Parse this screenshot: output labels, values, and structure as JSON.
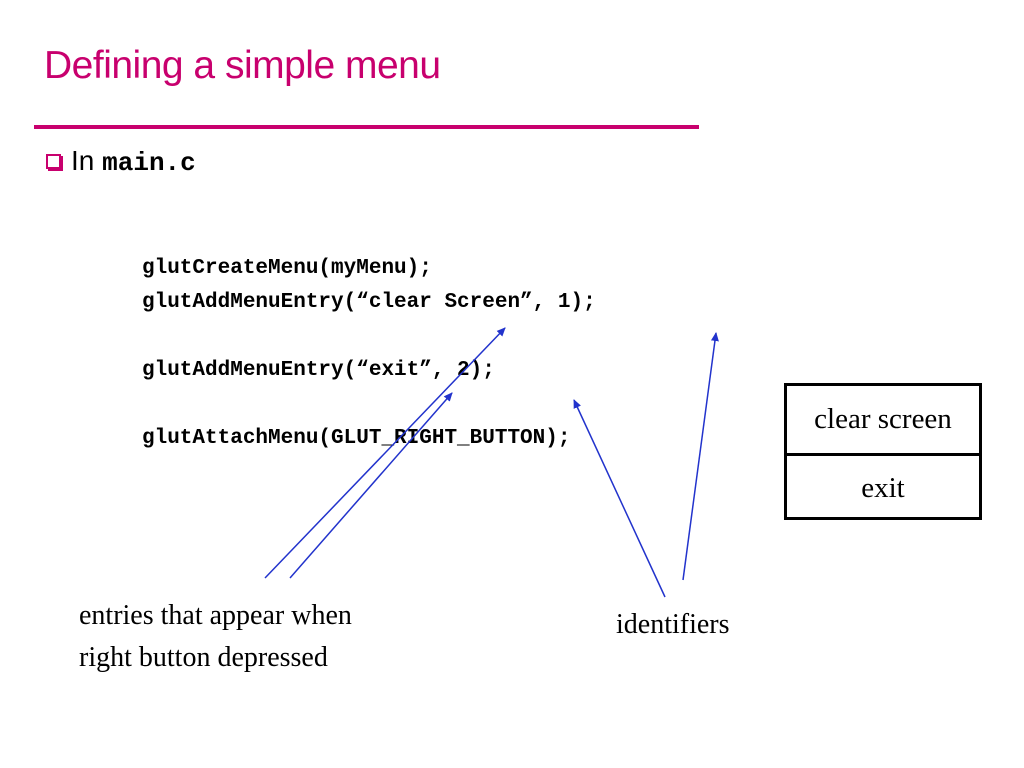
{
  "slide": {
    "title": "Defining a simple menu",
    "bullet": {
      "text": "In",
      "code": "main.c"
    },
    "code_lines": [
      "glutCreateMenu(myMenu);",
      "glutAddMenuEntry(“clear Screen”, 1);",
      "",
      "glutAddMenuEntry(“exit”, 2);",
      "",
      "glutAttachMenu(GLUT_RIGHT_BUTTON);"
    ],
    "menu": {
      "items": [
        "clear screen",
        "exit"
      ]
    },
    "captions": {
      "entries_line1": "entries that appear when",
      "entries_line2": "right button depressed",
      "identifiers": "identifiers"
    }
  },
  "colors": {
    "accent": "#c8006e",
    "arrow": "#2233cc",
    "text": "#000000"
  }
}
